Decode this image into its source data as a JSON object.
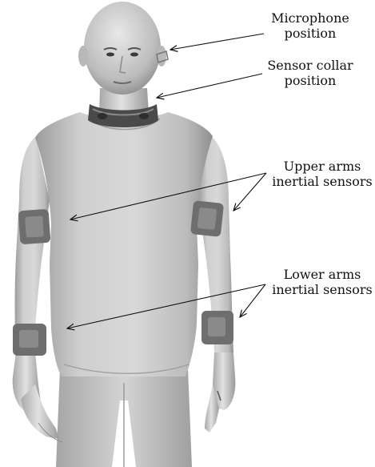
{
  "labels": {
    "microphone": [
      "Microphone",
      "position"
    ],
    "collar": [
      "Sensor collar",
      "position"
    ],
    "upper_arms": [
      "Upper arms",
      "inertial sensors"
    ],
    "lower_arms": [
      "Lower arms",
      "inertial sensors"
    ]
  },
  "colors": {
    "skin": "#d6d6d6",
    "shirt": "#c8c8c8",
    "sensor": "#6e6e6e",
    "collar": "#4a4a4a",
    "arrow": "#111111",
    "text": "#111111"
  }
}
